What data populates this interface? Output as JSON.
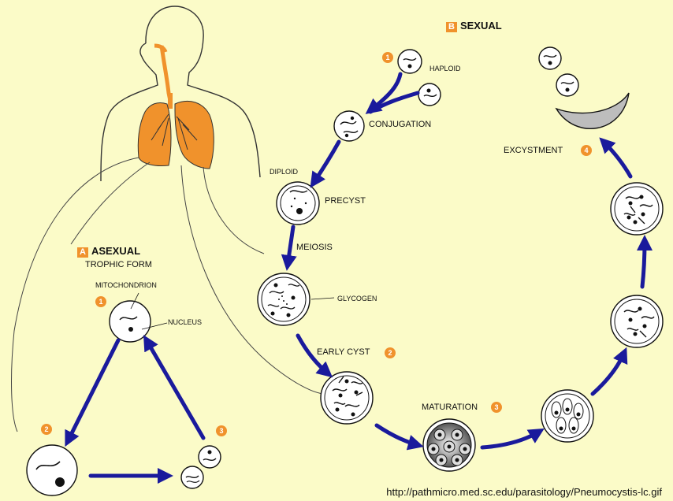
{
  "sexual": {
    "badge": "B",
    "title": "SEXUAL"
  },
  "asexual": {
    "badge": "A",
    "title": "ASEXUAL",
    "subtitle": "TROPHIC FORM"
  },
  "labels": {
    "haploid": "HAPLOID",
    "conjugation": "CONJUGATION",
    "diploid": "DIPLOID",
    "precyst": "PRECYST",
    "meiosis": "MEIOSIS",
    "glycogen": "GLYCOGEN",
    "early_cyst": "EARLY CYST",
    "maturation": "MATURATION",
    "excystment": "EXCYSTMENT",
    "mitochondrion": "MITOCHONDRION",
    "nucleus": "NUCLEUS"
  },
  "steps": {
    "sexual_1": "1",
    "early_cyst": "2",
    "maturation": "3",
    "excystment": "4",
    "asexual_1": "1",
    "asexual_2": "2",
    "asexual_3": "3"
  },
  "source_url": "http://pathmicro.med.sc.edu/parasitology/Pneumocystis-lc.gif",
  "colors": {
    "background": "#fbfbc8",
    "arrow": "#1a1a9c",
    "lung": "#f0922c",
    "badge": "#f0922c"
  }
}
